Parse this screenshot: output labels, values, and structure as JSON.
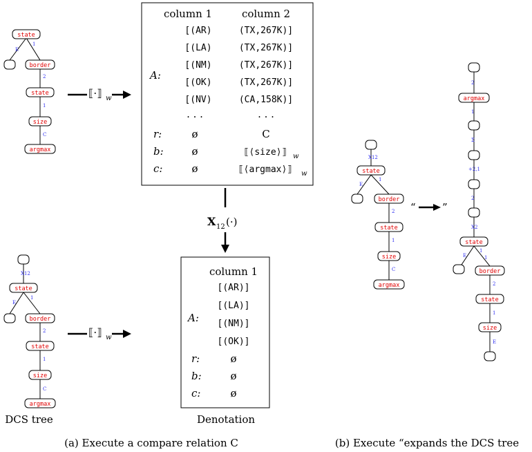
{
  "tree_a1": {
    "nodes": [
      "state",
      "",
      "border",
      "state",
      "size",
      "argmax"
    ],
    "edges": [
      "E",
      "1",
      "2",
      "1",
      "C"
    ]
  },
  "tree_a2": {
    "nodes": [
      "",
      "state",
      "",
      "border",
      "state",
      "size",
      "argmax"
    ],
    "edges": [
      "X12",
      "E",
      "1",
      "2",
      "1",
      "C"
    ]
  },
  "tree_b1": {
    "nodes": [
      "",
      "state",
      "",
      "border",
      "state",
      "size",
      "argmax"
    ],
    "edges": [
      "X12",
      "E",
      "1",
      "2",
      "1",
      "C"
    ]
  },
  "tree_b2": {
    "nodes": [
      "",
      "argmax",
      "",
      "",
      "",
      "",
      "state",
      "",
      "border",
      "state",
      "size",
      ""
    ],
    "edges": [
      "2",
      "1",
      "Σ",
      "+2,1",
      "2",
      "X2",
      "E",
      "1",
      "1",
      "2",
      "1",
      "E"
    ]
  },
  "denot_op": "⟦·⟧",
  "denot_sub": "w",
  "table_top": {
    "col_headers": [
      "column 1",
      "column 2"
    ],
    "A_label": "A:",
    "rows": [
      [
        "[(AR)",
        "(TX,267K)]"
      ],
      [
        "[(LA)",
        "(TX,267K)]"
      ],
      [
        "[(NM)",
        "(TX,267K)]"
      ],
      [
        "[(OK)",
        "(TX,267K)]"
      ],
      [
        "[(NV)",
        "(CA,158K)]"
      ]
    ],
    "ellipsis": [
      "· · ·",
      "· · ·"
    ],
    "r_label": "r:",
    "r_values": [
      "ø",
      "C"
    ],
    "b_label": "b:",
    "b_values": [
      "ø",
      "⟦⟨size⟩⟧"
    ],
    "c_label": "c:",
    "c_values": [
      "ø",
      "⟦⟨argmax⟩⟧"
    ],
    "sub": "w"
  },
  "table_bottom": {
    "col_header": "column 1",
    "A_label": "A:",
    "rows": [
      "[(AR)]",
      "[(LA)]",
      "[(NM)]",
      "[(OK)]"
    ],
    "r_label": "r:",
    "r_value": "ø",
    "b_label": "b:",
    "b_value": "ø",
    "c_label": "c:",
    "c_value": "ø"
  },
  "x12_op": {
    "bold": "X",
    "sub": "12",
    "rest": "(·)"
  },
  "quote_open": "“",
  "quote_close": "”",
  "labels": {
    "dcs_tree": "DCS tree",
    "denotation": "Denotation"
  },
  "captions": {
    "a": "(a) Execute a compare relation C",
    "b": "(b) Execute “expands the DCS tree"
  }
}
